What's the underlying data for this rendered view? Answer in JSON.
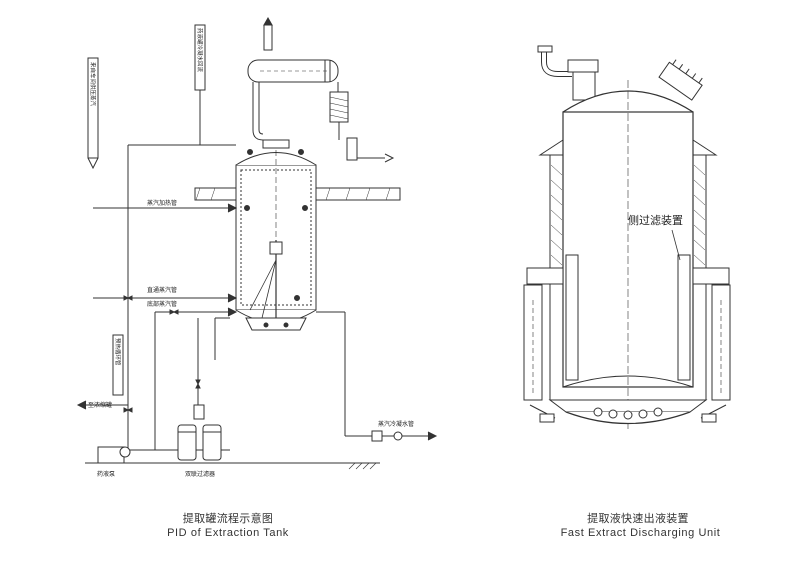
{
  "left_figure": {
    "caption_cn": "提取罐流程示意图",
    "caption_en": "PID of Extraction Tank",
    "labels": {
      "steam_heating": "蒸汽加热管",
      "direct_steam": "直通蒸汽管",
      "bottom_steam": "底部蒸汽管",
      "cooling_water": "蒸汽冷凝水管",
      "drug_pump": "药液泵",
      "twin_filter": "双联过滤器",
      "vertical_left": "来自车间供压蒸汽",
      "vertical_top": "药液罐冷凝水回流",
      "vertical_mid": "预热循环管",
      "to_concentrator": "至浓缩罐"
    }
  },
  "right_figure": {
    "caption_cn": "提取液快速出液装置",
    "caption_en": "Fast Extract Discharging Unit",
    "side_filter_label": "侧过滤装置"
  }
}
